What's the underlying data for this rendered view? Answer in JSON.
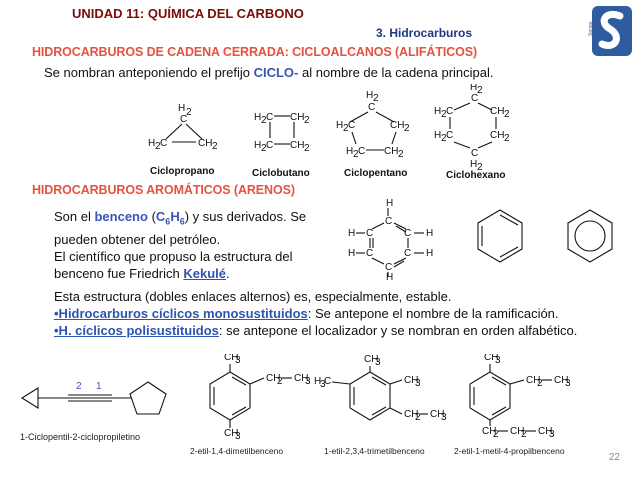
{
  "header": {
    "unit_title": "UNIDAD 11: QUÍMICA DEL CARBONO",
    "section": "3. Hidrocarburos",
    "logo_text": "Sergio Ruiz"
  },
  "cyclo": {
    "heading": "HIDROCARBUROS DE CADENA CERRADA:  CICLOALCANOS (ALIFÁTICOS)",
    "text_before": "Se nombran anteponiendo el prefijo ",
    "prefix": "CICLO-",
    "text_after": " al nombre de la cadena principal.",
    "structures": [
      {
        "name": "Ciclopropano"
      },
      {
        "name": "Ciclobutano"
      },
      {
        "name": "Ciclopentano"
      },
      {
        "name": "Ciclohexano"
      }
    ]
  },
  "aromatic": {
    "heading": "HIDROCARBUROS AROMÁTICOS (ARENOS)",
    "p1_a": "Son el ",
    "p1_benceno": "benceno",
    "p1_open": " (",
    "formula_c": "C",
    "formula_c_sub": "6",
    "formula_h": "H",
    "formula_h_sub": "6",
    "p1_close": ") y sus derivados. Se pueden obtener del petróleo.",
    "p2_a": "El científico que propuso la estructura del benceno fue  Friedrich ",
    "p2_name": "Kekulé",
    "p2_end": ".",
    "p3": "Esta estructura (dobles enlaces alternos) es, especialmente, estable.",
    "b1_label": "•Hidrocarburos cíclicos monosustituidos",
    "b1_text": ": Se antepone el nombre de la ramificación.",
    "b2_label": "•H. cíclicos polisustituidos",
    "b2_text": ": se antepone el localizador y se nombran en orden alfabético."
  },
  "examples": [
    {
      "name": "1-Ciclopentil-2-ciclopropiletino",
      "locants": [
        "2",
        "1"
      ]
    },
    {
      "name": "2-etil-1,4-dimetilbenceno"
    },
    {
      "name": "1-etil-2,3,4-trimetilbenceno"
    },
    {
      "name": "2-etil-1-metil-4-propilbenceno"
    }
  ],
  "page_number": "22"
}
